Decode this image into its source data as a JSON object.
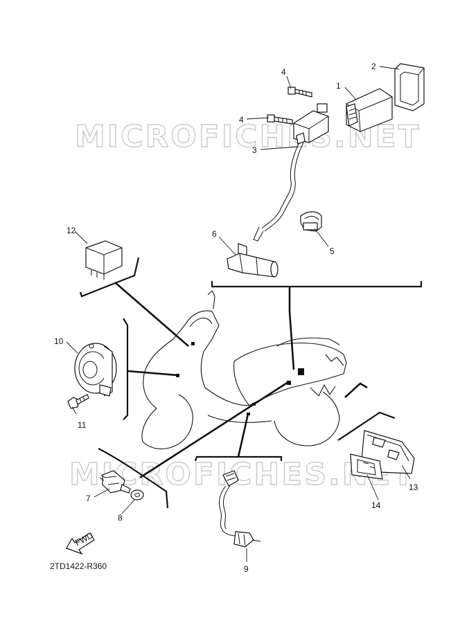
{
  "watermarks": [
    "MICROFICHES.NET",
    "MICROFICHES.NET"
  ],
  "drawing_code": "2TD1422-R360",
  "fwd_label": "FWD",
  "callouts": {
    "c1": "1",
    "c2": "2",
    "c3": "3",
    "c4a": "4",
    "c4b": "4",
    "c5": "5",
    "c6": "6",
    "c7": "7",
    "c8": "8",
    "c9": "9",
    "c10": "10",
    "c11": "11",
    "c12": "12",
    "c13": "13",
    "c14": "14"
  }
}
